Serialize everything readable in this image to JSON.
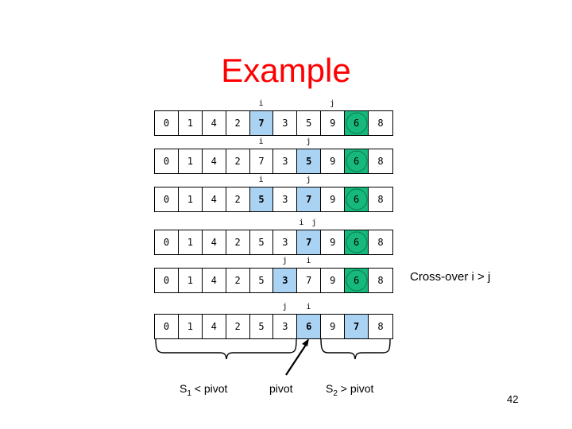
{
  "slide": {
    "title": "Example",
    "title_color": "#ff0000",
    "page_number": "42",
    "crossover_note": "Cross-over i > j"
  },
  "colors": {
    "highlight": "#a9d2f3",
    "pivot": "#16b87b",
    "border": "#000000",
    "title": "#ff0000"
  },
  "array_rows": [
    {
      "values": [
        "0",
        "1",
        "4",
        "2",
        "7",
        "3",
        "5",
        "9",
        "6",
        "8"
      ],
      "highlighted": [
        4
      ],
      "pivot_index": 8,
      "markers": [
        {
          "label": "i",
          "index": 4
        },
        {
          "label": "j",
          "index": 7
        }
      ]
    },
    {
      "values": [
        "0",
        "1",
        "4",
        "2",
        "7",
        "3",
        "5",
        "9",
        "6",
        "8"
      ],
      "highlighted": [
        6
      ],
      "pivot_index": 8,
      "markers": [
        {
          "label": "i",
          "index": 4
        },
        {
          "label": "j",
          "index": 6
        }
      ]
    },
    {
      "values": [
        "0",
        "1",
        "4",
        "2",
        "5",
        "3",
        "7",
        "9",
        "6",
        "8"
      ],
      "highlighted": [
        4,
        6
      ],
      "pivot_index": 8,
      "markers": [
        {
          "label": "i",
          "index": 4
        },
        {
          "label": "j",
          "index": 6
        }
      ]
    },
    {
      "values": [
        "0",
        "1",
        "4",
        "2",
        "5",
        "3",
        "7",
        "9",
        "6",
        "8"
      ],
      "highlighted": [
        6
      ],
      "pivot_index": 8,
      "markers": [
        {
          "label": "i j",
          "index": 6
        }
      ]
    },
    {
      "values": [
        "0",
        "1",
        "4",
        "2",
        "5",
        "3",
        "7",
        "9",
        "6",
        "8"
      ],
      "highlighted": [
        5
      ],
      "pivot_index": 8,
      "markers": [
        {
          "label": "j",
          "index": 5
        },
        {
          "label": "i",
          "index": 6
        }
      ]
    },
    {
      "values": [
        "0",
        "1",
        "4",
        "2",
        "5",
        "3",
        "6",
        "9",
        "7",
        "8"
      ],
      "highlighted": [
        6,
        8
      ],
      "pivot_index": -1,
      "markers": [
        {
          "label": "j",
          "index": 5
        },
        {
          "label": "i",
          "index": 6
        }
      ]
    }
  ],
  "annotations": {
    "left_brace_label_prefix": "S",
    "left_brace_label_sub": "1",
    "left_brace_label_suffix": " < pivot",
    "pivot_label": "pivot",
    "right_brace_label_prefix": "S",
    "right_brace_label_sub": "2",
    "right_brace_label_suffix": " > pivot"
  }
}
